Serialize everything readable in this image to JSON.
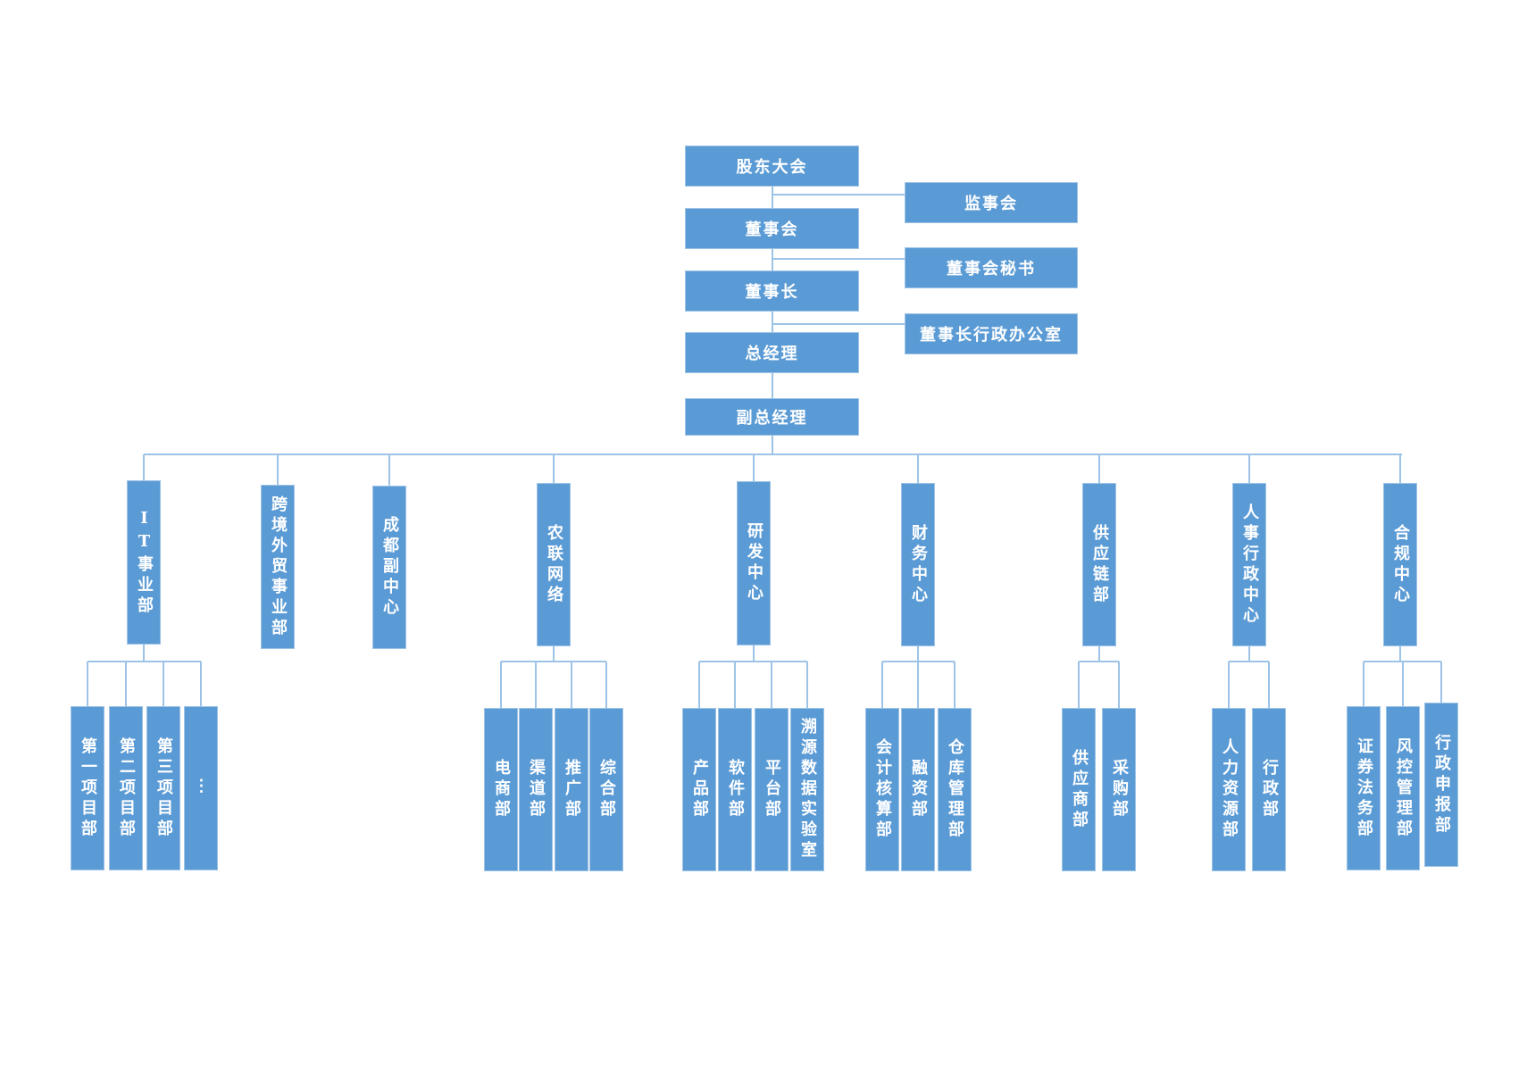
{
  "chain": [
    "股东大会",
    "董事会",
    "董事长",
    "总经理",
    "副总经理"
  ],
  "side": [
    "监事会",
    "董事会秘书",
    "董事长行政办公室"
  ],
  "departments": [
    {
      "name": "IT事业部",
      "units": [
        "第一项目部",
        "第二项目部",
        "第三项目部",
        "⋮"
      ]
    },
    {
      "name": "跨境外贸事业部",
      "units": []
    },
    {
      "name": "成都副中心",
      "units": []
    },
    {
      "name": "农联网络",
      "units": [
        "电商部",
        "渠道部",
        "推广部",
        "综合部"
      ]
    },
    {
      "name": "研发中心",
      "units": [
        "产品部",
        "软件部",
        "平台部",
        "溯源数据实验室"
      ]
    },
    {
      "name": "财务中心",
      "units": [
        "会计核算部",
        "融资部",
        "仓库管理部"
      ]
    },
    {
      "name": "供应链部",
      "units": [
        "供应商部",
        "采购部"
      ]
    },
    {
      "name": "人事行政中心",
      "units": [
        "人力资源部",
        "行政部"
      ]
    },
    {
      "name": "合规中心",
      "units": [
        "证券法务部",
        "风控管理部",
        "行政申报部"
      ]
    }
  ],
  "colors": {
    "box": "#5b9bd5",
    "line": "#9dc3e6"
  }
}
